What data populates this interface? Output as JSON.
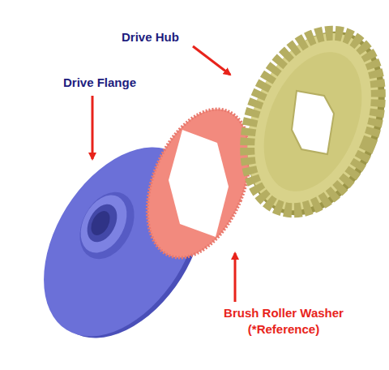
{
  "diagram": {
    "labels": [
      "Drive Hub",
      "Drive Flange",
      "Brush Roller Washer (*Reference)"
    ]
  }
}
